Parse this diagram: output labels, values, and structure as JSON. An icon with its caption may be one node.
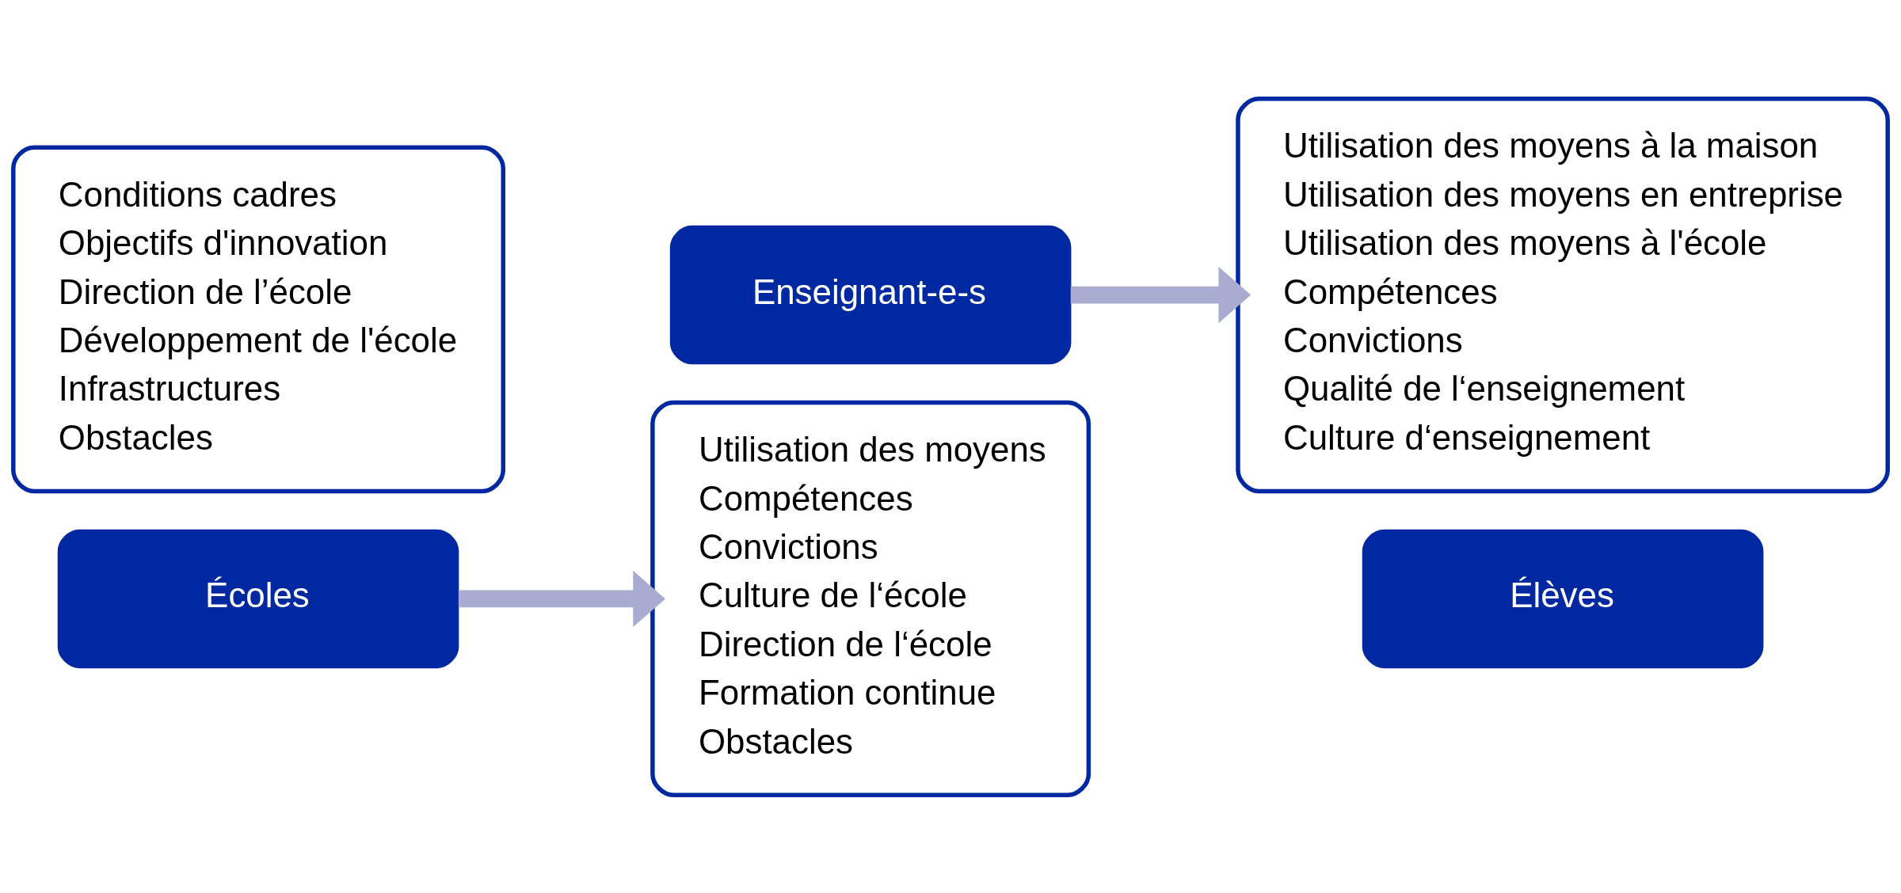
{
  "diagram": {
    "nodes": [
      {
        "text": [
          "Conditions cadres",
          "Objectifs d'innovation",
          "Direction de l’école",
          "Développement de l'école",
          "Infrastructures",
          "Obstacles"
        ]
      },
      {
        "text": [
          "Écoles"
        ]
      },
      {
        "text": [
          "Enseignant-e-s"
        ]
      },
      {
        "text": [
          "Utilisation des moyens",
          "Compétences",
          "Convictions",
          "Culture de l‘école",
          "Direction de l‘école",
          "Formation continue",
          "Obstacles"
        ]
      },
      {
        "text": [
          "Utilisation des moyens à la maison",
          "Utilisation des moyens en entreprise",
          "Utilisation des moyens à l'école",
          "Compétences",
          "Convictions",
          "Qualité de l‘enseignement",
          "Culture d‘enseignement"
        ]
      },
      {
        "text": [
          "Élèves"
        ]
      }
    ],
    "edges": [
      {
        "from": 1,
        "to": 3,
        "arrow": "to"
      },
      {
        "from": 2,
        "to": 4,
        "arrow": "to"
      }
    ]
  }
}
